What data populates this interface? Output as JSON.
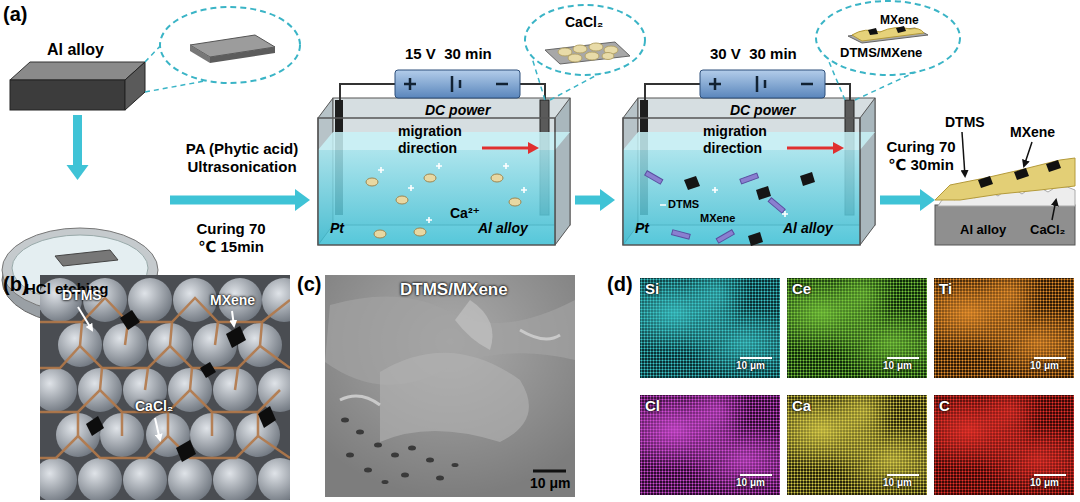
{
  "diagram": {
    "nodes": [
      {
        "text": [
          "Al alloy"
        ]
      },
      {
        "text": [
          "HCl etching"
        ]
      },
      {
        "text": [
          "15 V  30 min",
          "DC power",
          "migration direction",
          "Ca²⁺",
          "Pt",
          "Al alloy"
        ]
      },
      {
        "text": [
          "CaCl₂"
        ],
        "in": 2
      },
      {
        "text": [
          "30 V  30 min",
          "DC power",
          "migration direction",
          "Pt",
          "DTMS",
          "MXene",
          "Al alloy"
        ]
      },
      {
        "text": [
          "MXene",
          "DTMS/MXene"
        ],
        "in": 4
      },
      {
        "text": [
          "DTMS",
          "MXene",
          "Al alloy",
          "CaCl₂"
        ]
      },
      {
        "text": [
          "DTMS",
          "MXene",
          "CaCl₂"
        ]
      },
      {
        "text": [
          "DTMS/MXene",
          "10 μm"
        ]
      },
      {
        "text": [
          "Si",
          "10 μm"
        ]
      },
      {
        "text": [
          "Ce",
          "10 μm"
        ]
      },
      {
        "text": [
          "Ti",
          "10 μm"
        ]
      },
      {
        "text": [
          "Cl",
          "10 μm"
        ]
      },
      {
        "text": [
          "Ca",
          "10 μm"
        ]
      },
      {
        "text": [
          "C",
          "10 μm"
        ]
      }
    ],
    "edges": [
      {
        "from": 0,
        "to": 1,
        "arrow": "to"
      },
      {
        "from": 1,
        "to": 2,
        "arrow": "to"
      },
      {
        "from": 2,
        "to": 4,
        "arrow": "to"
      },
      {
        "from": 4,
        "to": 6,
        "arrow": "to"
      }
    ],
    "labels": [
      "(a)",
      "PA (Phytic acid) Ultrasonication",
      "Curing 70 ℃ 15min",
      "Curing 70 ℃ 30min",
      "(b)",
      "(c)",
      "(d)"
    ]
  }
}
